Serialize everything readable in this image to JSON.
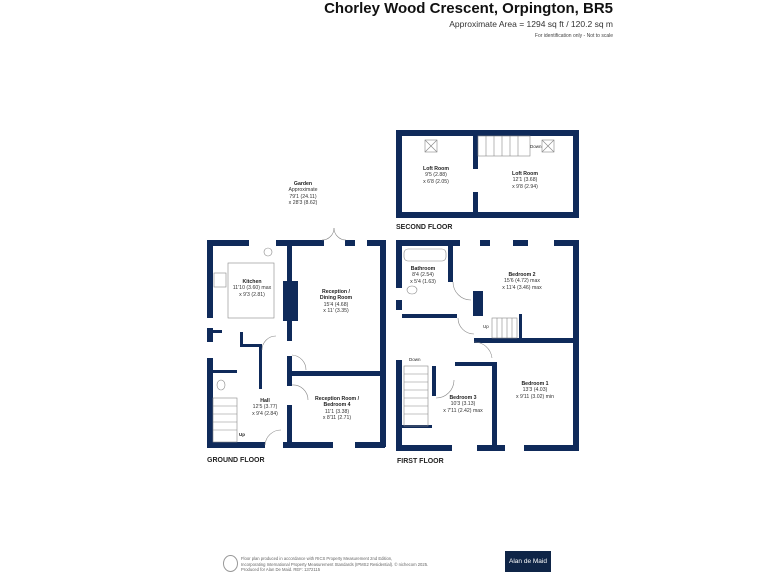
{
  "header": {
    "title": "Chorley Wood Crescent, Orpington, BR5",
    "area": "Approximate Area = 1294 sq ft / 120.2 sq m",
    "note": "For identification only - Not to scale"
  },
  "colors": {
    "wall": "#0f2a5a",
    "brand": "#0f2547"
  },
  "garden": {
    "name": "Garden",
    "line1": "Approximate",
    "line2": "79'1 (24.11)",
    "line3": "x 28'3 (8.62)"
  },
  "ground_floor": {
    "label": "GROUND FLOOR",
    "up_label": "Up",
    "rooms": [
      {
        "name": "Kitchen",
        "dim1": "11'10 (3.60) max",
        "dim2": "x 9'3 (2.81)"
      },
      {
        "name": "Reception /",
        "name2": "Dining Room",
        "dim1": "15'4 (4.68)",
        "dim2": "x 11' (3.35)"
      },
      {
        "name": "Hall",
        "dim1": "12'5 (3.77)",
        "dim2": "x 9'4 (2.84)"
      },
      {
        "name": "Reception Room /",
        "name2": "Bedroom 4",
        "dim1": "11'1 (3.38)",
        "dim2": "x 8'11 (2.71)"
      }
    ]
  },
  "first_floor": {
    "label": "FIRST FLOOR",
    "up_label": "Up",
    "down_label": "Down",
    "rooms": [
      {
        "name": "Bathroom",
        "dim1": "8'4 (2.54)",
        "dim2": "x 5'4 (1.63)"
      },
      {
        "name": "Bedroom 2",
        "dim1": "15'6 (4.72) max",
        "dim2": "x 11'4 (3.46) max"
      },
      {
        "name": "Bedroom 1",
        "dim1": "13'3 (4.03)",
        "dim2": "x 9'11 (3.02) min"
      },
      {
        "name": "Bedroom 3",
        "dim1": "10'3 (3.13)",
        "dim2": "x 7'11 (2.42) max"
      }
    ]
  },
  "second_floor": {
    "label": "SECOND FLOOR",
    "down_label": "Down",
    "rooms": [
      {
        "name": "Loft Room",
        "dim1": "9'5 (2.88)",
        "dim2": "x 6'8 (2.05)"
      },
      {
        "name": "Loft Room",
        "dim1": "12'1 (3.68)",
        "dim2": "x 9'8 (2.94)"
      }
    ]
  },
  "footer": {
    "line1": "Floor plan produced in accordance with RICS Property Measurement 2nd Edition,",
    "line2": "Incorporating International Property Measurement Standards (IPMS2 Residential).   © nichecom 2025.",
    "line3": "Produced for Alan De Maid.   REF: 1372115",
    "brand": "Alan de Maid"
  }
}
